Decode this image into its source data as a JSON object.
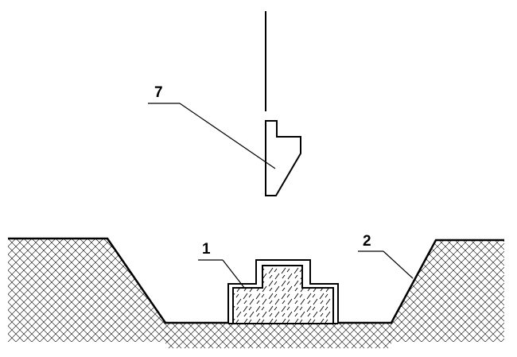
{
  "figure": {
    "reference_numerals": {
      "block": "1",
      "trench": "2",
      "tool": "7"
    }
  },
  "colors": {
    "line": "#000000",
    "hatch": "#000000",
    "background": "#ffffff"
  }
}
